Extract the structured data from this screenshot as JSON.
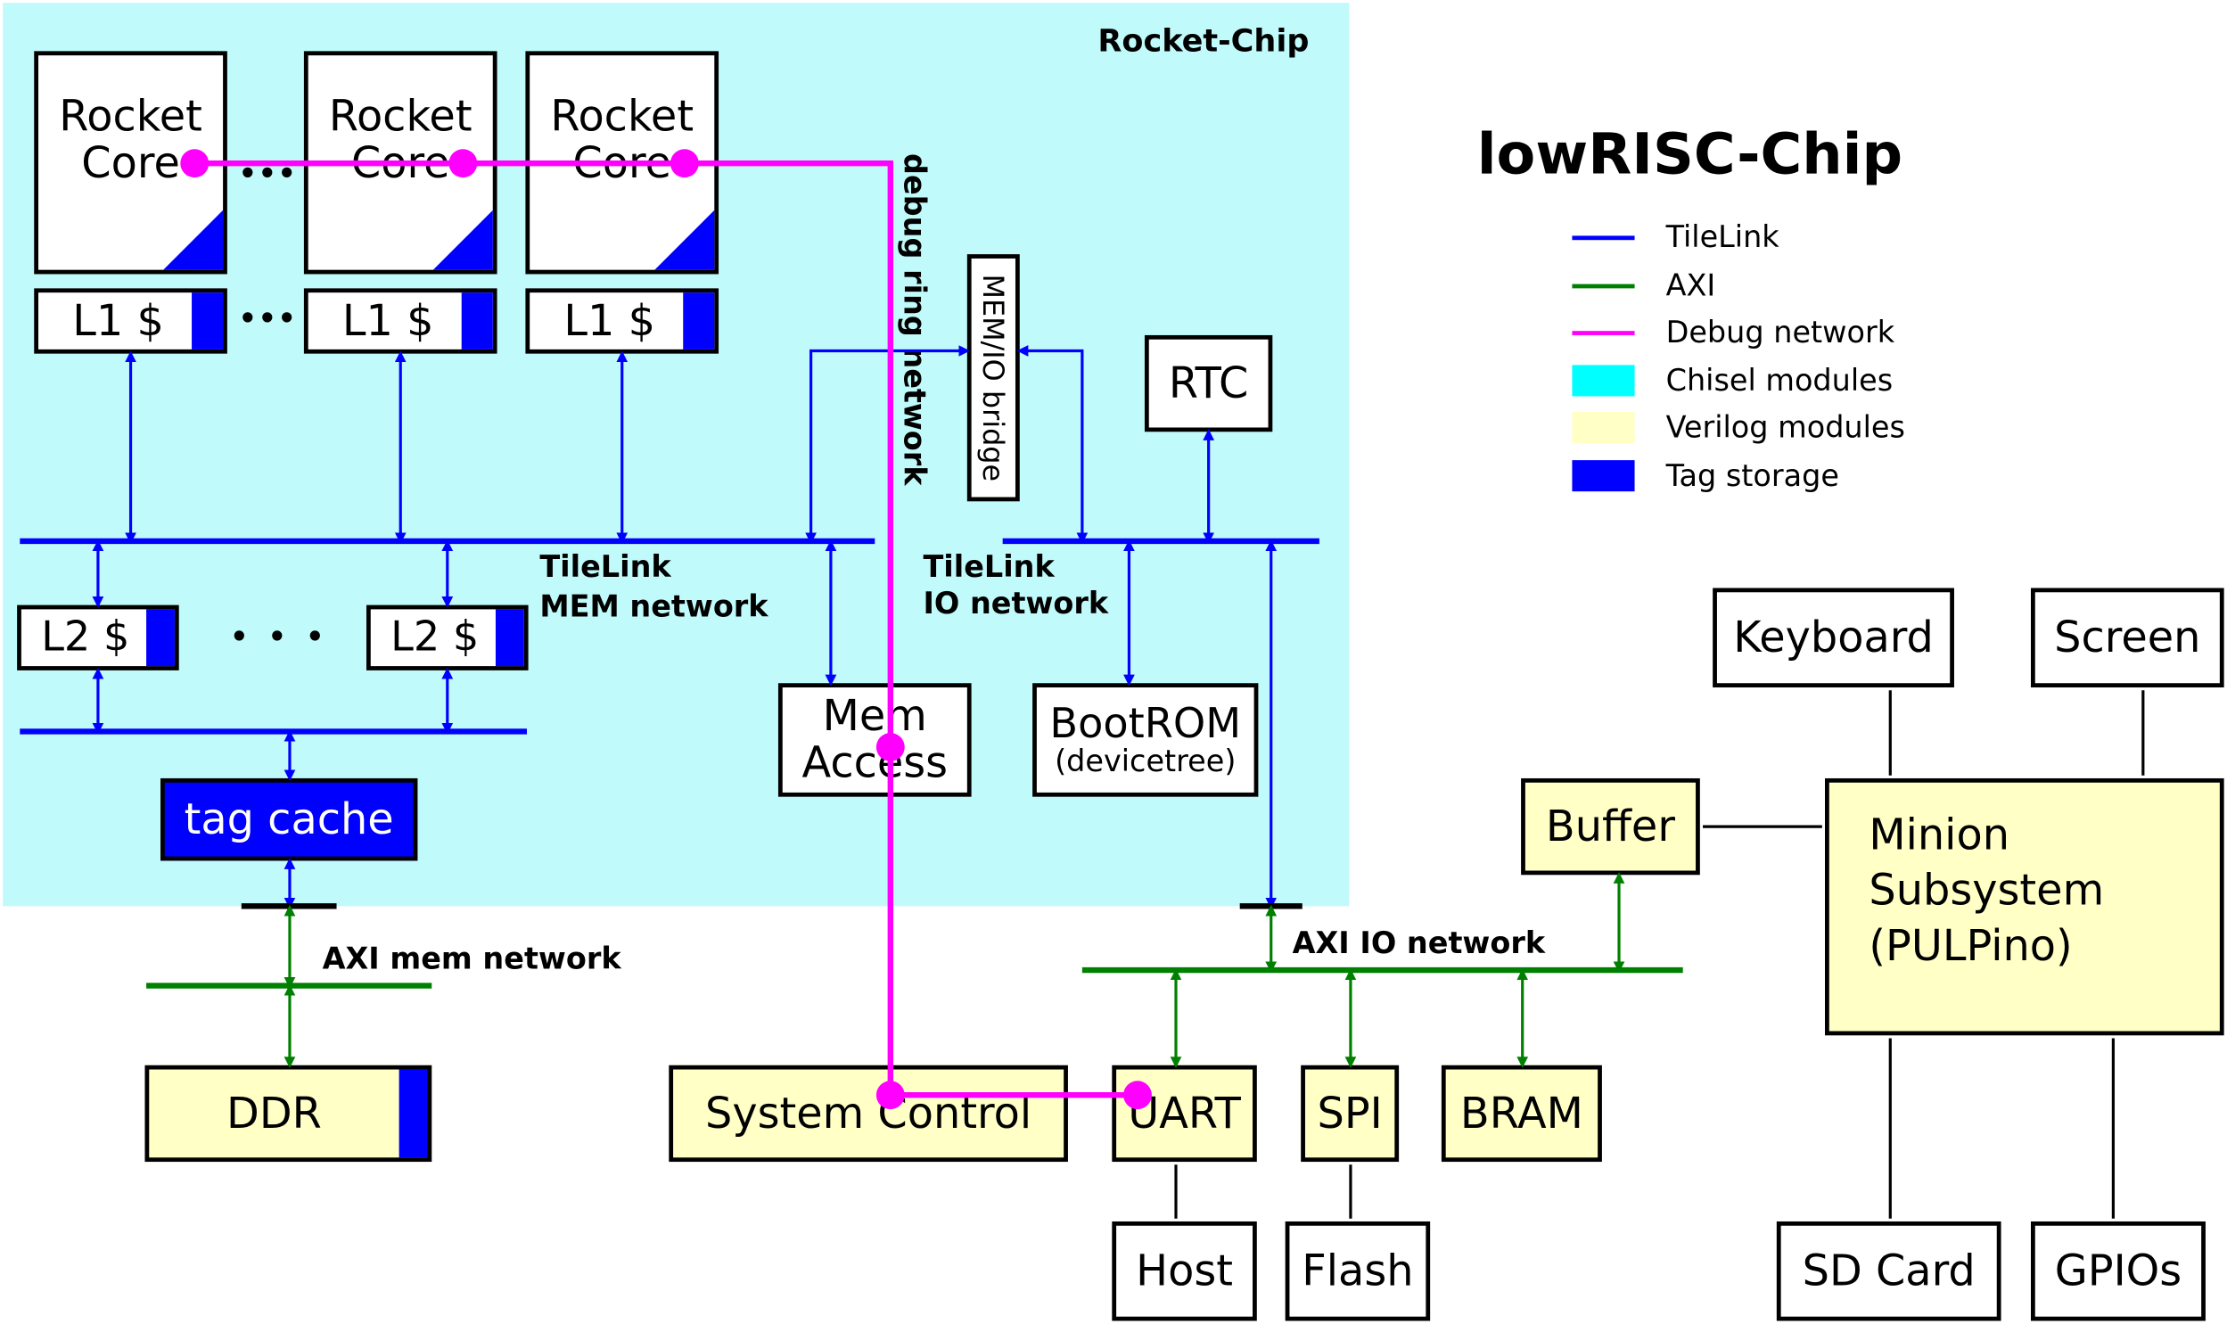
{
  "title": "lowRISC-Chip",
  "region_label": "Rocket-Chip",
  "colors": {
    "tilelink": "#0000ff",
    "axi": "#008000",
    "debug": "#ff00ff",
    "chisel": "#c0fafa",
    "verilog": "#ffffc6",
    "tag": "#0000ff"
  },
  "legend": [
    {
      "label": "TileLink",
      "kind": "line",
      "color": "#0000ff"
    },
    {
      "label": "AXI",
      "kind": "line",
      "color": "#008000"
    },
    {
      "label": "Debug network",
      "kind": "line",
      "color": "#ff00ff"
    },
    {
      "label": "Chisel modules",
      "kind": "swatch",
      "color": "#00ffff"
    },
    {
      "label": "Verilog modules",
      "kind": "swatch",
      "color": "#ffffc6"
    },
    {
      "label": "Tag storage",
      "kind": "swatch",
      "color": "#0000ff"
    }
  ],
  "cores": {
    "line1": "Rocket",
    "line2": "Core",
    "ellipsis": "•••"
  },
  "l1_label": "L1 $",
  "l2_label": "L2 $",
  "l2_ellipsis": "•  •  •",
  "tag_cache": "tag cache",
  "mem_io_bridge": "MEM/IO bridge",
  "debug_ring_label": "debug ring network",
  "rtc": "RTC",
  "tilelink_mem": {
    "line1": "TileLink",
    "line2": "MEM network"
  },
  "tilelink_io": {
    "line1": "TileLink",
    "line2": "IO network"
  },
  "mem_access": {
    "line1": "Mem",
    "line2": "Access"
  },
  "bootrom": {
    "line1": "BootROM",
    "line2": "(devicetree)"
  },
  "axi_mem_label": "AXI mem network",
  "axi_io_label": "AXI IO network",
  "ddr": "DDR",
  "system_control": "System Control",
  "uart": "UART",
  "spi": "SPI",
  "bram": "BRAM",
  "host": "Host",
  "flash": "Flash",
  "buffer": "Buffer",
  "minion": {
    "line1": "Minion",
    "line2": "Subsystem",
    "line3": "(PULPino)"
  },
  "keyboard": "Keyboard",
  "screen": "Screen",
  "sd_card": "SD Card",
  "gpios": "GPIOs"
}
